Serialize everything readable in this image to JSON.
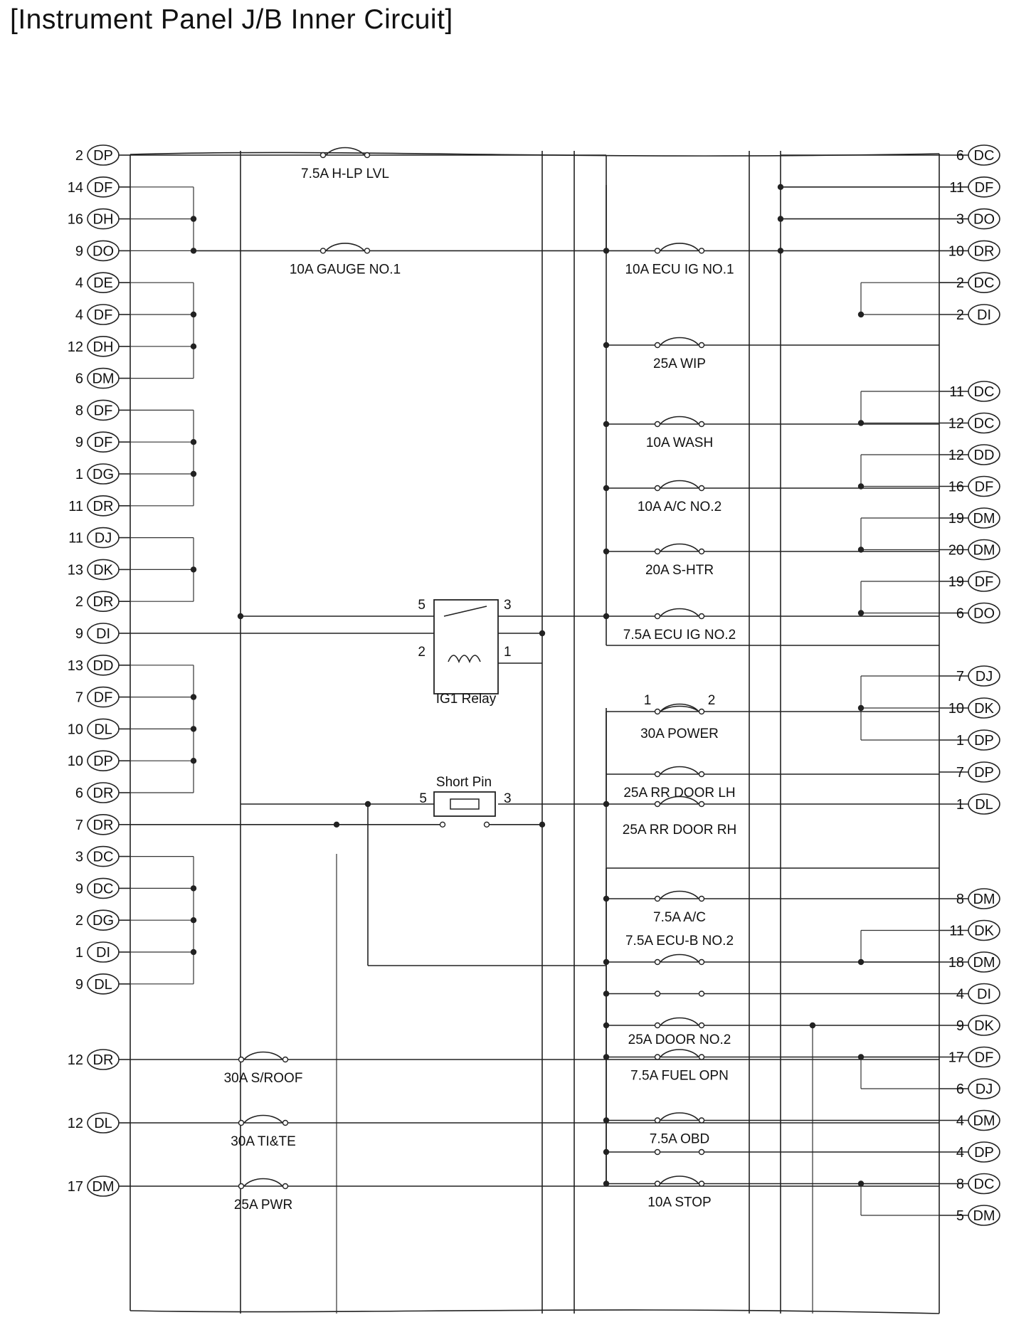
{
  "title": "[Instrument Panel J/B Inner Circuit]",
  "left_pins": [
    {
      "num": "2",
      "code": "DP"
    },
    {
      "num": "14",
      "code": "DF"
    },
    {
      "num": "16",
      "code": "DH"
    },
    {
      "num": "9",
      "code": "DO"
    },
    {
      "num": "4",
      "code": "DE"
    },
    {
      "num": "4",
      "code": "DF"
    },
    {
      "num": "12",
      "code": "DH"
    },
    {
      "num": "6",
      "code": "DM"
    },
    {
      "num": "8",
      "code": "DF"
    },
    {
      "num": "9",
      "code": "DF"
    },
    {
      "num": "1",
      "code": "DG"
    },
    {
      "num": "11",
      "code": "DR"
    },
    {
      "num": "11",
      "code": "DJ"
    },
    {
      "num": "13",
      "code": "DK"
    },
    {
      "num": "2",
      "code": "DR"
    },
    {
      "num": "9",
      "code": "DI"
    },
    {
      "num": "13",
      "code": "DD"
    },
    {
      "num": "7",
      "code": "DF"
    },
    {
      "num": "10",
      "code": "DL"
    },
    {
      "num": "10",
      "code": "DP"
    },
    {
      "num": "6",
      "code": "DR"
    },
    {
      "num": "7",
      "code": "DR"
    },
    {
      "num": "3",
      "code": "DC"
    },
    {
      "num": "9",
      "code": "DC"
    },
    {
      "num": "2",
      "code": "DG"
    },
    {
      "num": "1",
      "code": "DI"
    },
    {
      "num": "9",
      "code": "DL"
    },
    {
      "num": "12",
      "code": "DR"
    },
    {
      "num": "12",
      "code": "DL"
    },
    {
      "num": "17",
      "code": "DM"
    }
  ],
  "right_pins": [
    {
      "num": "6",
      "code": "DC"
    },
    {
      "num": "11",
      "code": "DF"
    },
    {
      "num": "3",
      "code": "DO"
    },
    {
      "num": "10",
      "code": "DR"
    },
    {
      "num": "2",
      "code": "DC"
    },
    {
      "num": "2",
      "code": "DI"
    },
    {
      "num": "11",
      "code": "DC"
    },
    {
      "num": "12",
      "code": "DC"
    },
    {
      "num": "12",
      "code": "DD"
    },
    {
      "num": "16",
      "code": "DF"
    },
    {
      "num": "19",
      "code": "DM"
    },
    {
      "num": "20",
      "code": "DM"
    },
    {
      "num": "19",
      "code": "DF"
    },
    {
      "num": "6",
      "code": "DO"
    },
    {
      "num": "7",
      "code": "DJ"
    },
    {
      "num": "10",
      "code": "DK"
    },
    {
      "num": "1",
      "code": "DP"
    },
    {
      "num": "7",
      "code": "DP"
    },
    {
      "num": "1",
      "code": "DL"
    },
    {
      "num": "8",
      "code": "DM"
    },
    {
      "num": "11",
      "code": "DK"
    },
    {
      "num": "18",
      "code": "DM"
    },
    {
      "num": "4",
      "code": "DI"
    },
    {
      "num": "9",
      "code": "DK"
    },
    {
      "num": "17",
      "code": "DF"
    },
    {
      "num": "6",
      "code": "DJ"
    },
    {
      "num": "4",
      "code": "DM"
    },
    {
      "num": "4",
      "code": "DP"
    },
    {
      "num": "8",
      "code": "DC"
    },
    {
      "num": "5",
      "code": "DM"
    }
  ],
  "fuses": [
    "7.5A H-LP LVL",
    "10A GAUGE NO.1",
    "10A ECU IG NO.1",
    "25A WIP",
    "10A WASH",
    "10A A/C NO.2",
    "20A S-HTR",
    "7.5A ECU IG NO.2",
    "30A POWER",
    "25A RR DOOR LH",
    "25A RR DOOR RH",
    "7.5A A/C",
    "7.5A ECU-B NO.2",
    "25A DOOR NO.2",
    "7.5A FUEL OPN",
    "7.5A OBD",
    "10A STOP",
    "30A S/ROOF",
    "30A TI&TE",
    "25A PWR"
  ],
  "relay": {
    "name": "IG1 Relay",
    "pins": [
      "5",
      "3",
      "2",
      "1"
    ]
  },
  "short_pin": {
    "name": "Short Pin",
    "pins": [
      "5",
      "3"
    ]
  },
  "power_fuse_pins": [
    "1",
    "2"
  ]
}
